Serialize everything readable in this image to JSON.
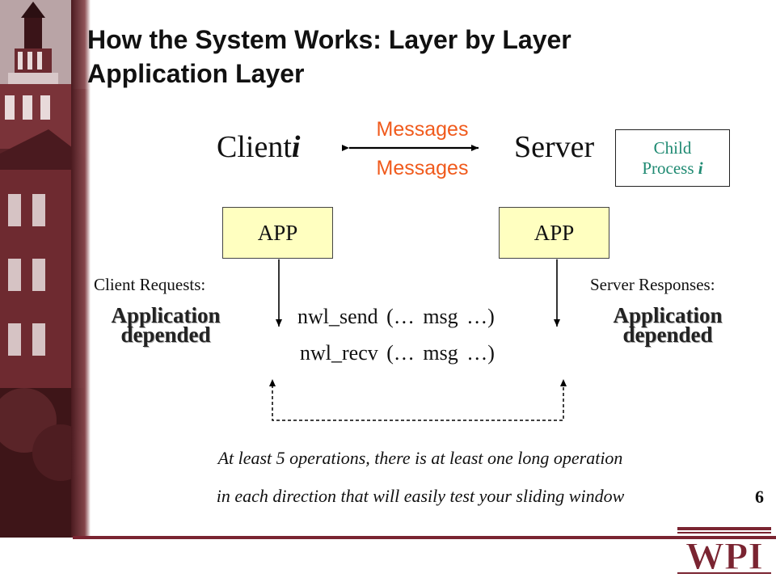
{
  "title": {
    "line1": "How the System Works: Layer by Layer",
    "line2": "Application Layer"
  },
  "client": {
    "label": "Client",
    "suffix": "i"
  },
  "server": {
    "label": "Server"
  },
  "messages": {
    "top": "Messages",
    "bottom": "Messages"
  },
  "child_process": {
    "line1": "Child",
    "line2": "Process ",
    "suffix": "i"
  },
  "app_left": {
    "label": "APP"
  },
  "app_right": {
    "label": "APP"
  },
  "client_requests": {
    "label": "Client Requests:",
    "line1": "Application",
    "line2": "depended"
  },
  "server_responses": {
    "label": "Server Responses:",
    "line1": "Application",
    "line2": "depended"
  },
  "calls": {
    "send": "nwl_send (… msg …)",
    "recv": "nwl_recv (… msg …)"
  },
  "note": {
    "line1": "At least 5 operations, there is at least one long operation",
    "line2": "in each direction that will easily test your sliding window"
  },
  "page_number": "6",
  "logo": {
    "text": "WPI",
    "icon": "wpi-logo"
  },
  "colors": {
    "accent": "#f05a1c",
    "child_text": "#1f8a72",
    "app_fill": "#ffffc0",
    "brand": "#7a2431"
  }
}
